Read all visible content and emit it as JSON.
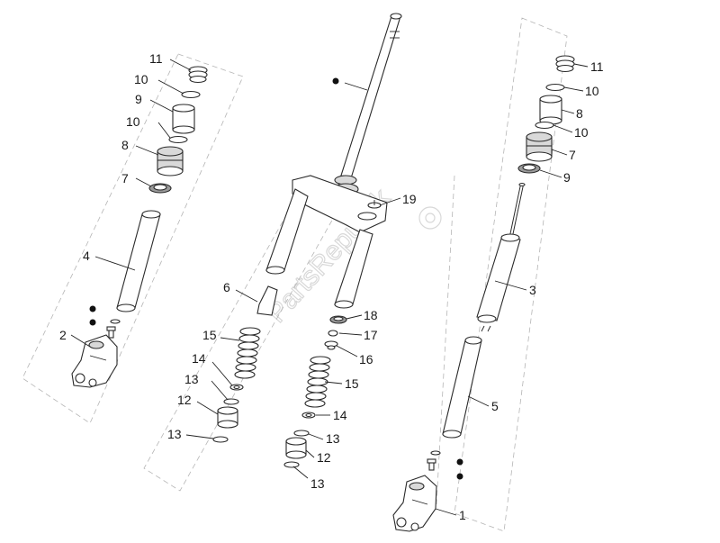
{
  "watermark": "PartsRepublik",
  "callouts": [
    {
      "id": "1",
      "text": "1"
    },
    {
      "id": "2",
      "text": "2"
    },
    {
      "id": "3",
      "text": "3"
    },
    {
      "id": "4",
      "text": "4"
    },
    {
      "id": "5",
      "text": "5"
    },
    {
      "id": "6",
      "text": "6"
    },
    {
      "id": "7l",
      "text": "7"
    },
    {
      "id": "7r",
      "text": "7"
    },
    {
      "id": "8l",
      "text": "8"
    },
    {
      "id": "8r",
      "text": "8"
    },
    {
      "id": "9l",
      "text": "9"
    },
    {
      "id": "9r",
      "text": "9"
    },
    {
      "id": "10la",
      "text": "10"
    },
    {
      "id": "10lb",
      "text": "10"
    },
    {
      "id": "10ra",
      "text": "10"
    },
    {
      "id": "10rb",
      "text": "10"
    },
    {
      "id": "11l",
      "text": "11"
    },
    {
      "id": "11r",
      "text": "11"
    },
    {
      "id": "12a",
      "text": "12"
    },
    {
      "id": "12b",
      "text": "12"
    },
    {
      "id": "13a",
      "text": "13"
    },
    {
      "id": "13b",
      "text": "13"
    },
    {
      "id": "13c",
      "text": "13"
    },
    {
      "id": "13d",
      "text": "13"
    },
    {
      "id": "14a",
      "text": "14"
    },
    {
      "id": "14b",
      "text": "14"
    },
    {
      "id": "15a",
      "text": "15"
    },
    {
      "id": "15b",
      "text": "15"
    },
    {
      "id": "16",
      "text": "16"
    },
    {
      "id": "17",
      "text": "17"
    },
    {
      "id": "18",
      "text": "18"
    },
    {
      "id": "19",
      "text": "19"
    }
  ]
}
